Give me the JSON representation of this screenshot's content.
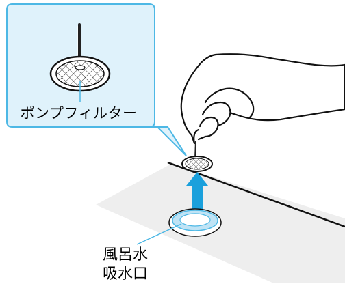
{
  "callout": {
    "label": "ポンプフィルター"
  },
  "inlet": {
    "line1": "風呂水",
    "line2": "吸水口"
  },
  "colors": {
    "callout_fill": "#dff2fb",
    "callout_stroke": "#4db8e5",
    "arrow": "#1aa0dc",
    "floor": "#eeeeee",
    "inlet_blue": "#bfe3f5"
  }
}
